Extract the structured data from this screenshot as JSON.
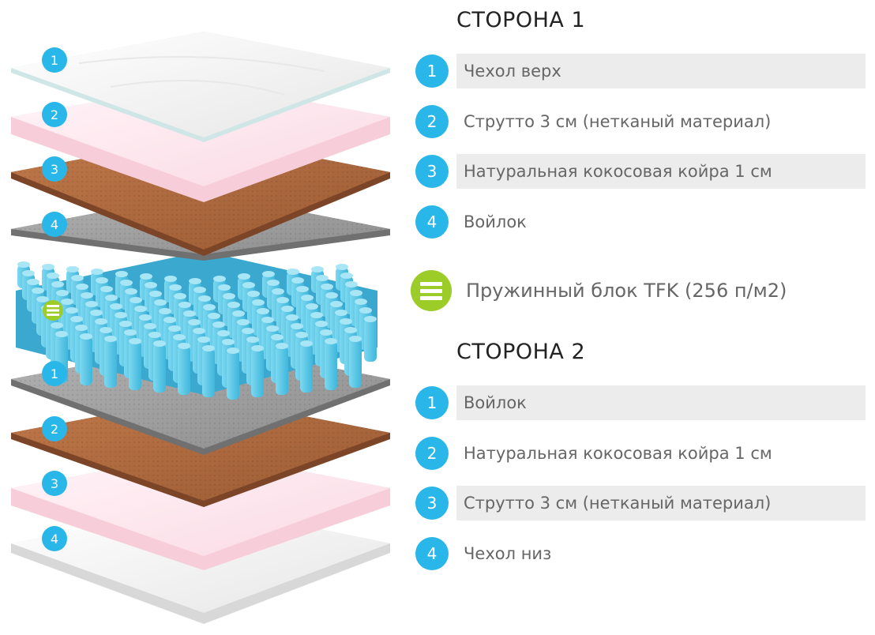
{
  "side1": {
    "heading": "СТОРОНА 1",
    "items": [
      {
        "num": "1",
        "label": "Чехол верх"
      },
      {
        "num": "2",
        "label": "Струтто 3 см (нетканый материал)"
      },
      {
        "num": "3",
        "label": "Натуральная кокосовая койра 1 см"
      },
      {
        "num": "4",
        "label": "Войлок"
      }
    ]
  },
  "spring": {
    "label": "Пружинный блок TFK (256 п/м2)",
    "icon": "spring-block-icon"
  },
  "side2": {
    "heading": "СТОРОНА 2",
    "items": [
      {
        "num": "1",
        "label": "Войлок"
      },
      {
        "num": "2",
        "label": "Натуральная кокосовая койра 1 см"
      },
      {
        "num": "3",
        "label": "Струтто 3 см (нетканый материал)"
      },
      {
        "num": "4",
        "label": "Чехол низ"
      }
    ]
  },
  "colors": {
    "badge": "#29b6e8",
    "spring_icon": "#9ccc27",
    "shaded_row": "#ececec",
    "cover": "#f4f4f4",
    "strutto": "#fde4ec",
    "coir": "#b06a3e",
    "felt": "#9a9a9a",
    "springs": "#5ec8e6"
  }
}
